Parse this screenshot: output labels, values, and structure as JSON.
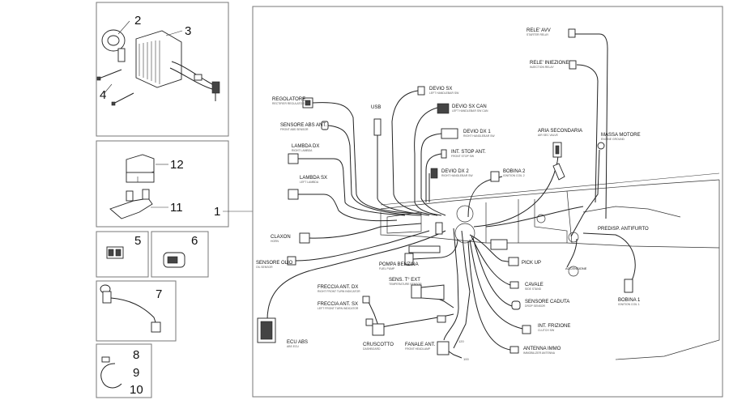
{
  "callouts": {
    "n1": "1",
    "n2": "2",
    "n3": "3",
    "n4": "4",
    "n5": "5",
    "n6": "6",
    "n7": "7",
    "n8": "8",
    "n9": "9",
    "n10": "10",
    "n11": "11",
    "n12": "12"
  },
  "labels": {
    "rele_avv": "RELE' AVV",
    "rele_avv_sub": "STARTER RELAY",
    "rele_iniezione": "RELE' INIEZIONE",
    "rele_iniezione_sub": "INJECTION RELAY",
    "regolatore": "REGOLATORE",
    "regolatore_sub": "RECTIFIER REGULATOR",
    "usb": "USB",
    "devio_sx": "DEVIO SX",
    "devio_sx_sub": "LEFT HANDLEBAR SW",
    "devio_sx_can": "DEVIO SX CAN",
    "devio_sx_can_sub": "LEFT HANDLEBAR SW CAN",
    "sensore_abs": "SENSORE ABS ANT.",
    "sensore_abs_sub": "FRONT ABS SENSOR",
    "devio_dx1": "DEVIO DX 1",
    "devio_dx1_sub": "RIGHT HANDLEBAR SW",
    "lambda_dx": "LAMBDA DX",
    "lambda_dx_sub": "RIGHT LAMBDA",
    "int_stop": "INT. STOP ANT.",
    "int_stop_sub": "FRONT STOP SW",
    "aria_secondaria": "ARIA SECONDARIA",
    "aria_secondaria_sub": "AIR SEC VALVE",
    "massa_motore": "MASSA MOTORE",
    "massa_motore_sub": "ENGINE GROUND",
    "devio_dx2": "DEVIO DX 2",
    "devio_dx2_sub": "RIGHT HANDLEBAR SW",
    "bobina2": "BOBINA 2",
    "bobina2_sub": "IGNITION COIL 2",
    "lambda_sx": "LAMBDA SX",
    "lambda_sx_sub": "LEFT LAMBDA",
    "predisp": "PREDISP. ANTIFURTO",
    "claxon": "CLAXON",
    "claxon_sub": "HORN",
    "sensore_olio": "SENSORE OLIO",
    "sensore_olio_sub": "OIL SENSOR",
    "pompa": "POMPA BENZINA",
    "pompa_sub": "FUEL PUMP",
    "pick_up": "PICK UP",
    "accensione": "ACCENSIONE",
    "sens_t_ext": "SENS. T° EXT",
    "sens_t_ext_sub": "TEMPERATURE SENSOR",
    "cavalletto": "CAVALE",
    "cavalletto_sub": "SIDE STAND",
    "freccia_dx": "FRECCIA ANT. DX",
    "freccia_dx_sub": "RIGHT FRONT TURN INDICATOR",
    "sensore_caduta": "SENSORE CADUTA",
    "sensore_caduta_sub": "DROP SENSOR",
    "bobina1": "BOBINA 1",
    "bobina1_sub": "IGNITION COIL 1",
    "freccia_sx": "FRECCIA ANT. SX",
    "freccia_sx_sub": "LEFT FRONT TURN INDICATOR",
    "int_frizione": "INT. FRIZIONE",
    "int_frizione_sub": "CLUTCH SW",
    "ecu_abs": "ECU ABS",
    "ecu_abs_sub": "ABS ECU",
    "cruscotto": "CRUSCOTTO",
    "cruscotto_sub": "DASHBOARD",
    "fanale": "FANALE ANT.",
    "fanale_sub": "FRONT HEADLAMP",
    "antenna": "ANTENNA IMMO",
    "antenna_sub": "IMMOBILIZER ANTENNA",
    "dim_100": "100",
    "dim_120": "120"
  }
}
